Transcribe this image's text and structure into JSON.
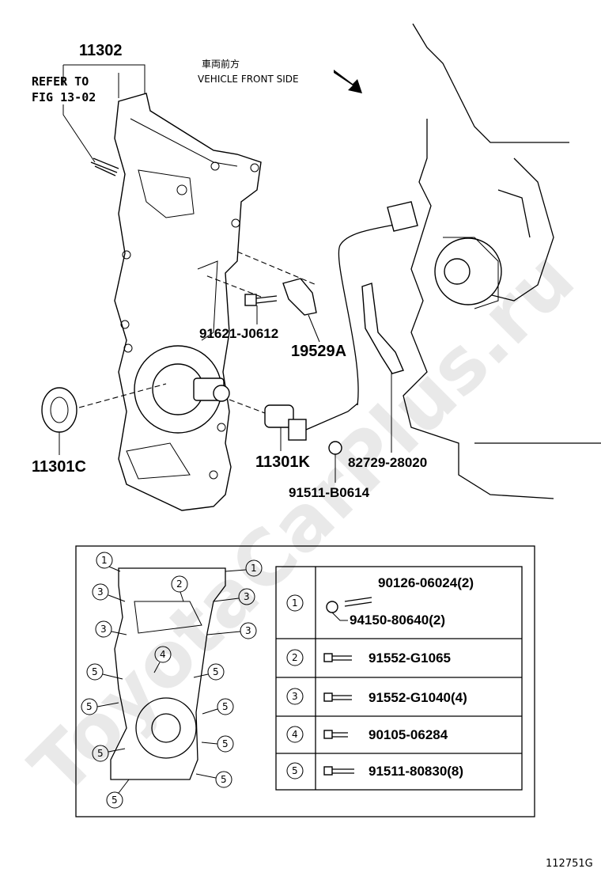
{
  "labels": {
    "cover": "11302",
    "refer_line1": "REFER TO",
    "refer_line2": "FIG 13-02",
    "front_jp": "車両前方",
    "front_en": "VEHICLE FRONT SIDE",
    "bolt_j": "91621-J0612",
    "bracket_a": "19529A",
    "seal": "11301C",
    "cap": "11301K",
    "bracket_b": "82729-28020",
    "bolt_b": "91511-B0614",
    "figure_id": "112751G",
    "watermark": "ToyotaCarPlus.ru"
  },
  "legend": {
    "rows": [
      {
        "num": "1",
        "parts": [
          "90126-06024(2)",
          "94150-80640(2)"
        ]
      },
      {
        "num": "2",
        "parts": [
          "91552-G1065"
        ]
      },
      {
        "num": "3",
        "parts": [
          "91552-G1040(4)"
        ]
      },
      {
        "num": "4",
        "parts": [
          "90105-06284"
        ]
      },
      {
        "num": "5",
        "parts": [
          "91511-80830(8)"
        ]
      }
    ]
  },
  "inset_callouts": [
    "1",
    "1",
    "2",
    "3",
    "3",
    "3",
    "3",
    "4",
    "5",
    "5",
    "5",
    "5",
    "5",
    "5",
    "5",
    "5"
  ]
}
